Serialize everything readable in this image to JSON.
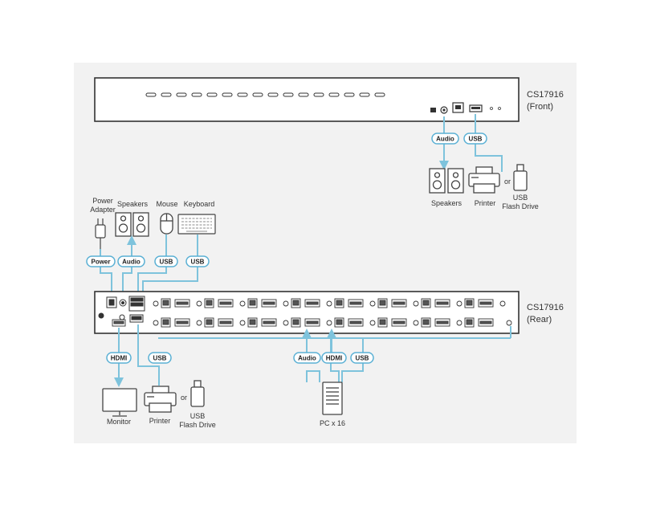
{
  "front": {
    "model": "CS17916",
    "sub": "(Front)"
  },
  "rear": {
    "model": "CS17916",
    "sub": "(Rear)"
  },
  "front_devices": {
    "speakers": "Speakers",
    "printer": "Printer",
    "or": "or",
    "usb1": "USB",
    "usb2": "Flash Drive"
  },
  "front_pills": {
    "audio": "Audio",
    "usb": "USB"
  },
  "console_devices": {
    "power1": "Power",
    "power2": "Adapter",
    "speakers": "Speakers",
    "mouse": "Mouse",
    "keyboard": "Keyboard"
  },
  "console_pills": {
    "power": "Power",
    "audio": "Audio",
    "usb_mouse": "USB",
    "usb_kbd": "USB"
  },
  "bottom_pills": {
    "hdmi": "HDMI",
    "usb": "USB",
    "pc_audio": "Audio",
    "pc_hdmi": "HDMI",
    "pc_usb": "USB"
  },
  "bottom_devices": {
    "monitor": "Monitor",
    "printer": "Printer",
    "or": "or",
    "usb1": "USB",
    "usb2": "Flash Drive",
    "pc": "PC x 16"
  },
  "colors": {
    "line": "#7ec3dc",
    "pill_border": "#5ab0d4",
    "outline": "#333333"
  }
}
